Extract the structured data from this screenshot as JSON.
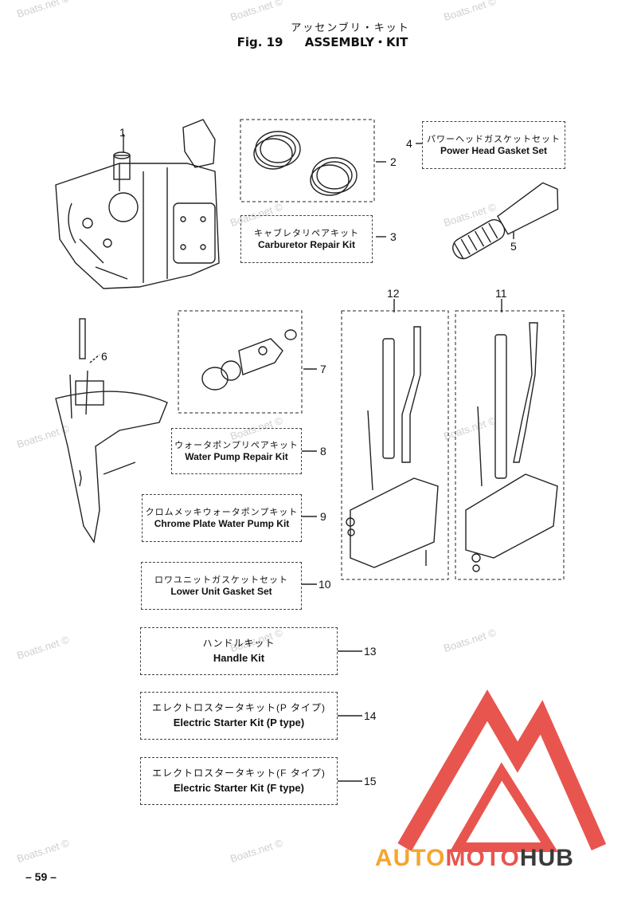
{
  "header": {
    "title_jp": "アッセンブリ・キット",
    "fig_label": "Fig. 19",
    "title_en": "ASSEMBLY・KIT"
  },
  "callouts": [
    "1",
    "2",
    "3",
    "4",
    "5",
    "6",
    "7",
    "8",
    "9",
    "10",
    "11",
    "12",
    "13",
    "14",
    "15"
  ],
  "kits": {
    "power_head_gasket": {
      "number": "4",
      "jp": "パワーヘッドガスケットセット",
      "en": "Power Head Gasket Set"
    },
    "carburetor_repair": {
      "number": "3",
      "jp": "キャブレタリペアキット",
      "en": "Carburetor Repair Kit"
    },
    "water_pump_repair": {
      "number": "8",
      "jp": "ウォータポンプリペアキット",
      "en": "Water Pump Repair Kit"
    },
    "chrome_plate_water_pump": {
      "number": "9",
      "jp": "クロムメッキウォータポンプキット",
      "en": "Chrome Plate Water Pump Kit"
    },
    "lower_unit_gasket": {
      "number": "10",
      "jp": "ロワユニットガスケットセット",
      "en": "Lower Unit Gasket Set"
    },
    "handle_kit": {
      "number": "13",
      "jp": "ハンドルキット",
      "en": "Handle Kit"
    },
    "electric_starter_p": {
      "number": "14",
      "jp": "エレクトロスタータキット(P タイプ)",
      "en": "Electric Starter Kit (P type)"
    },
    "electric_starter_f": {
      "number": "15",
      "jp": "エレクトロスタータキット(F タイプ)",
      "en": "Electric Starter Kit (F type)"
    }
  },
  "watermark_text": "Boats.net ©",
  "page_number": "– 59 –",
  "logo": {
    "part1": "AUTO",
    "part2": "MOTO",
    "part3": "HUB",
    "color_orange": "#f3a630",
    "color_red": "#e8554f",
    "color_dark": "#3a3a3a"
  }
}
